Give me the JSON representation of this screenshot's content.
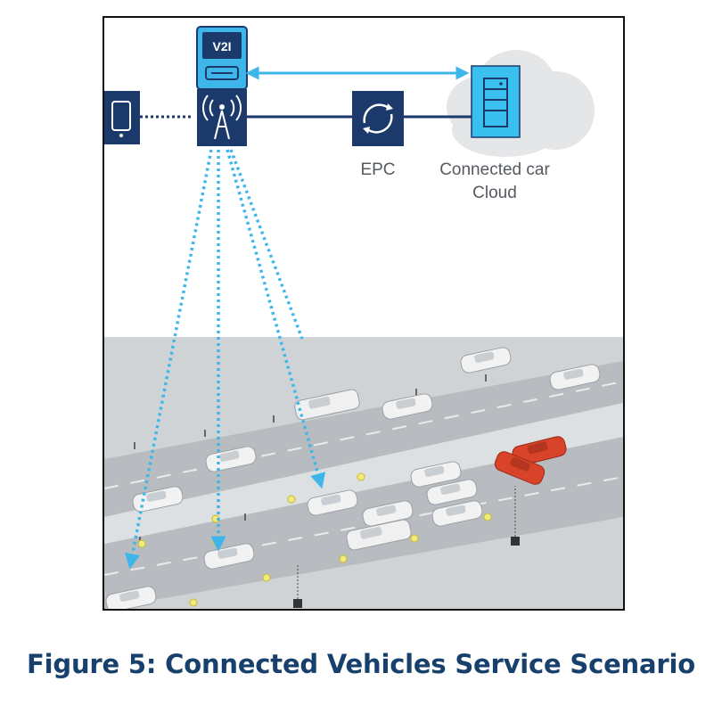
{
  "diagram": {
    "v2i_label": "V2I",
    "epc_label": "EPC",
    "cloud_label_line1": "Connected car",
    "cloud_label_line2": "Cloud"
  },
  "caption": "Figure 5: Connected Vehicles Service Scenario",
  "colors": {
    "node_blue": "#1b3a6b",
    "link_blue": "#3fb6ea",
    "cloud_fill": "#3ac0ef",
    "road_gray": "#bfc3c7",
    "lane_gray": "#a9adb2",
    "highlight_car": "#d9432a",
    "caption_text": "#17406d"
  },
  "icons": [
    "phone-icon",
    "antenna-icon",
    "rsu-device-icon",
    "epc-sync-icon",
    "cloud-icon",
    "server-icon",
    "car-icon",
    "signal-marker-icon"
  ]
}
